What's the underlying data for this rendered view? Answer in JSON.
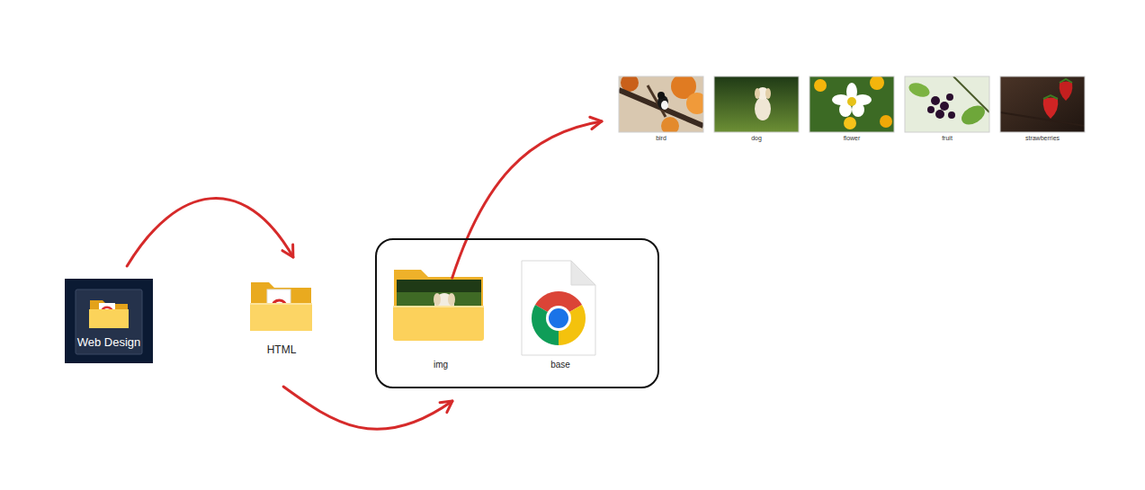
{
  "diagram": {
    "nodes": [
      {
        "text": [
          "Web Design"
        ]
      },
      {
        "text": [
          "HTML"
        ]
      },
      {
        "text": []
      },
      {
        "text": [
          "img"
        ],
        "in": 2
      },
      {
        "text": [
          "base"
        ],
        "in": 2
      },
      {
        "text": [
          "bird"
        ]
      },
      {
        "text": [
          "dog"
        ]
      },
      {
        "text": [
          "flower"
        ]
      },
      {
        "text": [
          "fruit"
        ]
      },
      {
        "text": [
          "strawberries"
        ]
      }
    ],
    "edges": [
      {
        "from": 0,
        "to": 1,
        "arrow": "to"
      },
      {
        "from": 1,
        "to": 2,
        "arrow": "to"
      },
      {
        "from": 3,
        "to": 5,
        "arrow": "to"
      }
    ]
  }
}
